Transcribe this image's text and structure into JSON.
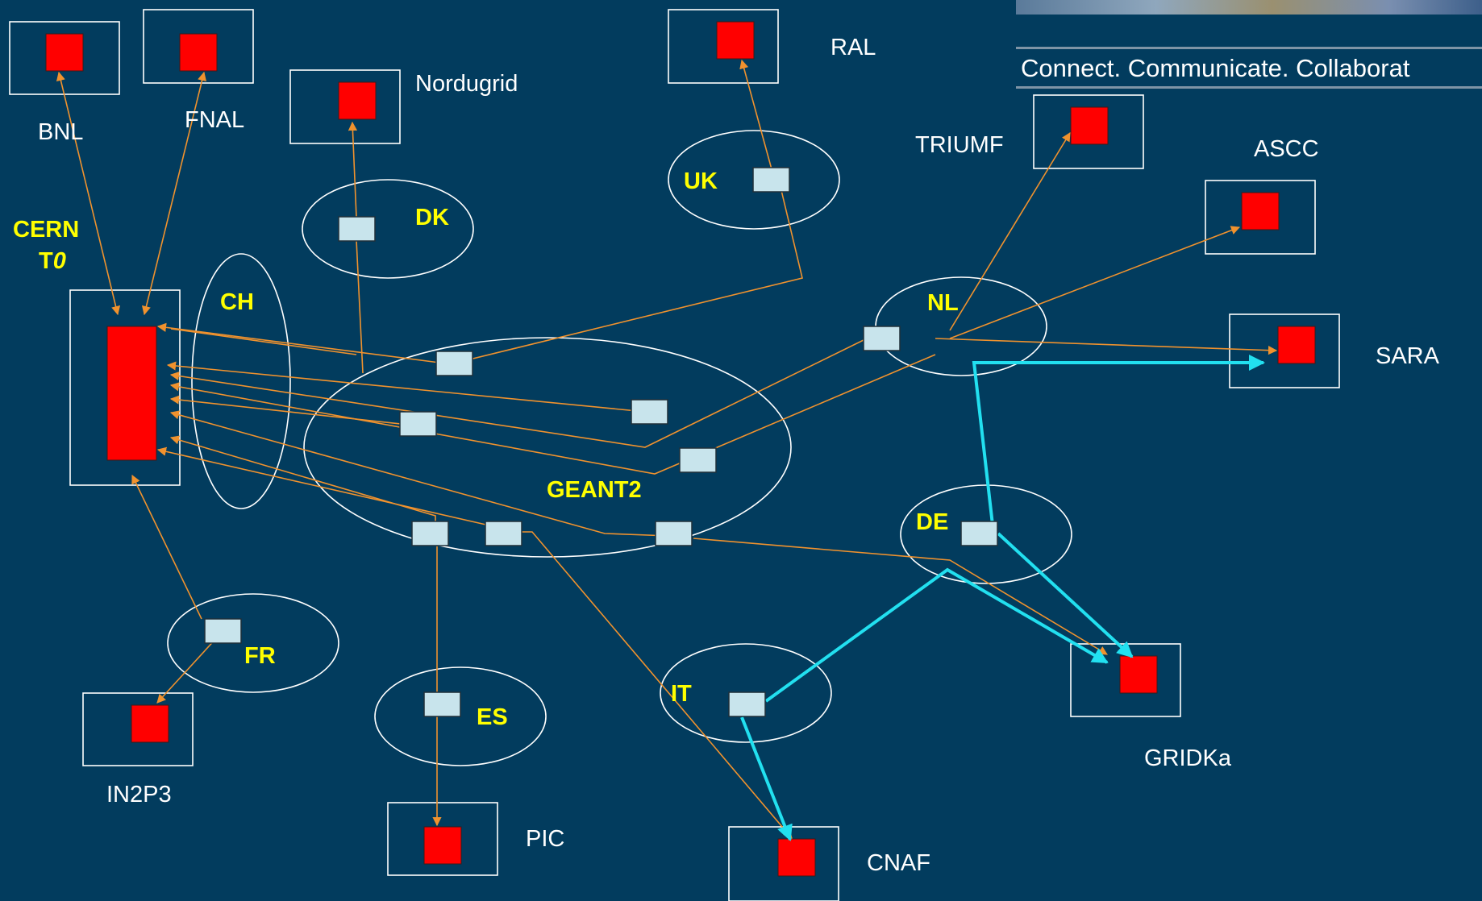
{
  "header": {
    "tagline": "Connect. Communicate. Collaborat"
  },
  "colors": {
    "background": "#023c5e",
    "node": "#ff0000",
    "box_border": "#ffffff",
    "link": "#f0922e",
    "highlight": "#22e0f0",
    "label_yellow": "#ffff00",
    "label_white": "#ffffff",
    "interface": "#c8e4ec"
  },
  "diagram": {
    "center_label": "CERN",
    "center_sublabel_t": "T",
    "center_sublabel_zero": "0",
    "cloud_labels": {
      "ch": "CH",
      "dk": "DK",
      "uk": "UK",
      "nl": "NL",
      "de": "DE",
      "fr": "FR",
      "es": "ES",
      "it": "IT",
      "geant": "GEANT2"
    },
    "site_labels": {
      "bnl": "BNL",
      "fnal": "FNAL",
      "nordugrid": "Nordugrid",
      "ral": "RAL",
      "triumf": "TRIUMF",
      "ascc": "ASCC",
      "sara": "SARA",
      "gridka": "GRIDKa",
      "in2p3": "IN2P3",
      "pic": "PIC",
      "cnaf": "CNAF"
    }
  }
}
